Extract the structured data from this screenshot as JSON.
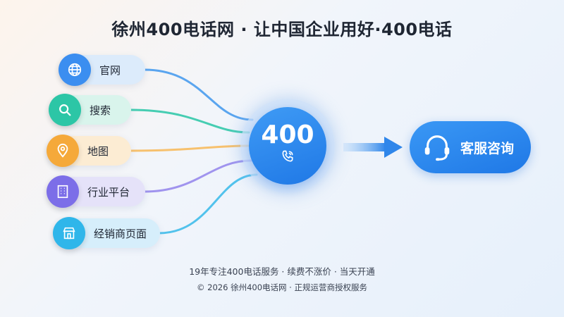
{
  "title": "徐州400电话网 · 让中国企业用好·400电话",
  "channels": [
    {
      "label": "官网",
      "icon": "globe-icon",
      "color": "#3b8ef0",
      "bg": "#dcebfb"
    },
    {
      "label": "搜索",
      "icon": "search-icon",
      "color": "#2cc6a6",
      "bg": "#d9f4ec"
    },
    {
      "label": "地图",
      "icon": "map-pin-icon",
      "color": "#f5a93a",
      "bg": "#fcecd3"
    },
    {
      "label": "行业平台",
      "icon": "building-icon",
      "color": "#7c6ee8",
      "bg": "#e5e2f9"
    },
    {
      "label": "经销商页面",
      "icon": "store-icon",
      "color": "#2fb6ea",
      "bg": "#d6eefb"
    }
  ],
  "hub": {
    "number": "400",
    "icon": "phone-icon"
  },
  "service": {
    "label": "客服咨询",
    "icon": "headset-icon"
  },
  "footer": {
    "line1": "19年专注400电话服务 · 续费不涨价 · 当天开通",
    "line2": "© 2026 徐州400电话网 · 正规运营商授权服务"
  }
}
